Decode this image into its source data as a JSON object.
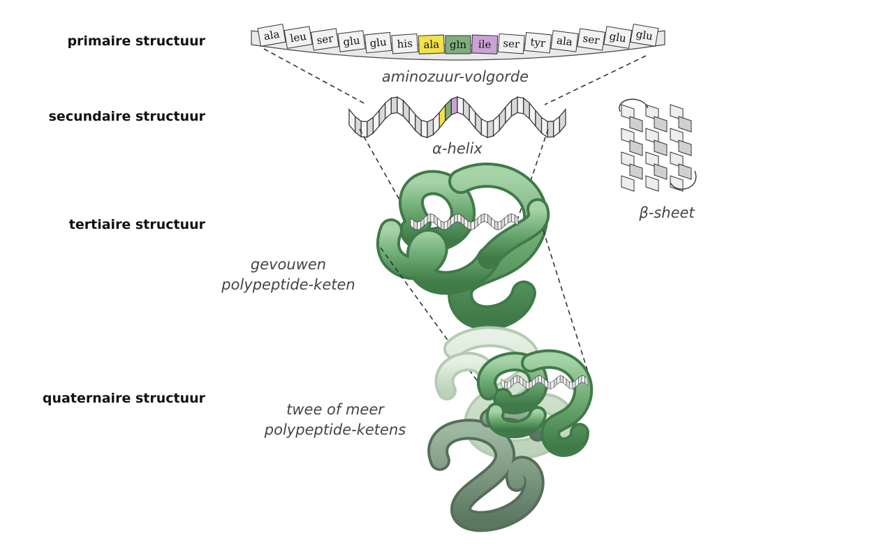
{
  "levels": {
    "primary": "primaire structuur",
    "secondary": "secundaire structuur",
    "tertiary": "tertiaire structuur",
    "quaternary": "quaternaire structuur"
  },
  "captions": {
    "sequence": "aminozuur-volgorde",
    "helix": "α-helix",
    "sheet": "β-sheet",
    "folded_line1": "gevouwen",
    "folded_line2": "polypeptide-keten",
    "multi_line1": "twee of meer",
    "multi_line2": "polypeptide-ketens"
  },
  "amino_acids": [
    {
      "code": "ala",
      "color": "#f2f2f2"
    },
    {
      "code": "leu",
      "color": "#f2f2f2"
    },
    {
      "code": "ser",
      "color": "#f2f2f2"
    },
    {
      "code": "glu",
      "color": "#f2f2f2"
    },
    {
      "code": "glu",
      "color": "#f2f2f2"
    },
    {
      "code": "his",
      "color": "#f2f2f2"
    },
    {
      "code": "ala",
      "color": "#f3e14a"
    },
    {
      "code": "gln",
      "color": "#7fae7c"
    },
    {
      "code": "ile",
      "color": "#c9a3d6"
    },
    {
      "code": "ser",
      "color": "#f2f2f2"
    },
    {
      "code": "tyr",
      "color": "#f2f2f2"
    },
    {
      "code": "ala",
      "color": "#f2f2f2"
    },
    {
      "code": "ser",
      "color": "#f2f2f2"
    },
    {
      "code": "glu",
      "color": "#f2f2f2"
    },
    {
      "code": "glu",
      "color": "#f2f2f2"
    }
  ],
  "colors": {
    "protein_green": "#6aa870",
    "protein_dark": "#6e8a72",
    "protein_light": "#c6dcc4",
    "highlight_yellow": "#f3e14a",
    "highlight_green": "#7fae7c",
    "highlight_purple": "#c9a3d6"
  }
}
